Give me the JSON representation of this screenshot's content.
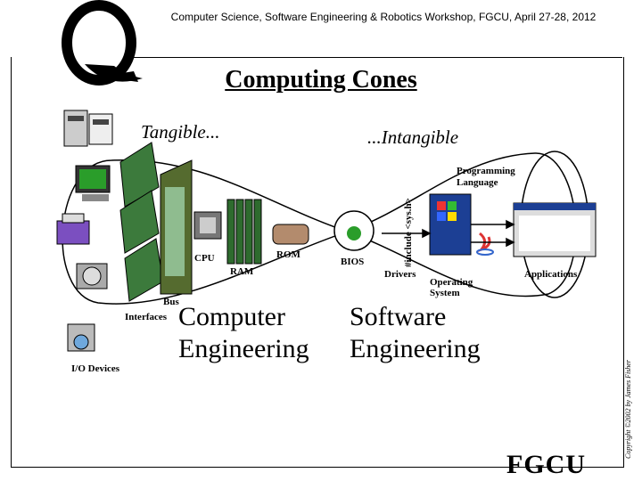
{
  "header": "Computer Science, Software Engineering & Robotics Workshop, FGCU, April 27-28, 2012",
  "title": "Computing Cones",
  "tangible": "Tangible...",
  "intangible": "...Intangible",
  "labels": {
    "programming_language": [
      "Programming",
      "Language"
    ],
    "include": "#include <sys.h>",
    "cpu": "CPU",
    "ram": "RAM",
    "rom": "ROM",
    "bios": "BIOS",
    "drivers": "Drivers",
    "operating_system": [
      "Operating",
      "System"
    ],
    "applications": "Applications",
    "bus": "Bus",
    "interfaces": "Interfaces",
    "io_devices": "I/O Devices",
    "computer": "Computer",
    "engineering_left": "Engineering",
    "software": "Software",
    "engineering_right": "Engineering"
  },
  "copyright": "Copyright ©2002 by James Fisher",
  "footer": "FGCU"
}
